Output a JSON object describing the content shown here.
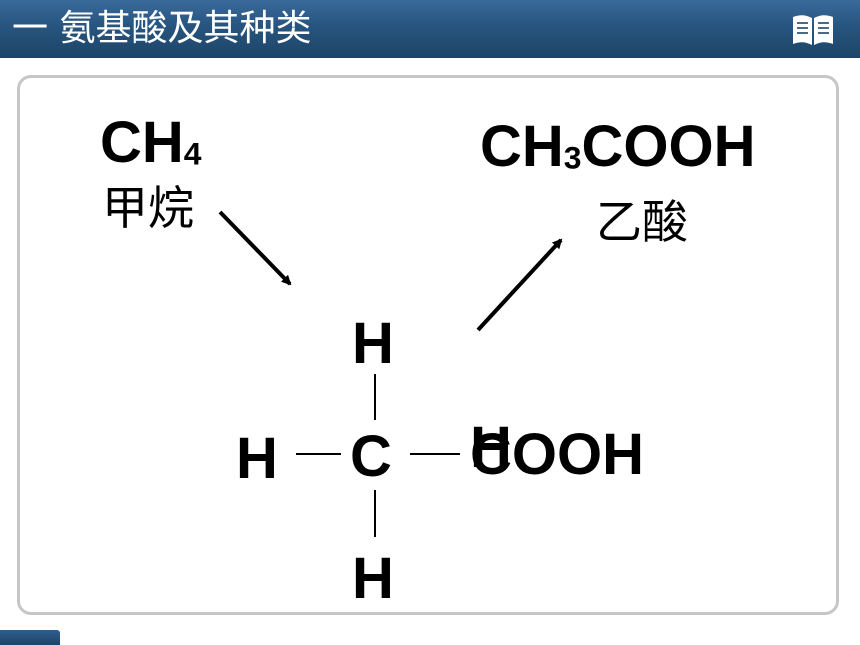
{
  "header": {
    "title": "一 氨基酸及其种类",
    "icon": "book-icon"
  },
  "diagram": {
    "methane": {
      "formula_main": "CH",
      "formula_sub": "4",
      "name": "甲烷"
    },
    "acetic_acid": {
      "formula_a": "CH",
      "formula_sub": "3",
      "formula_b": "COOH",
      "name": "乙酸"
    },
    "structure": {
      "center": "C",
      "top": "H",
      "left": "H",
      "bottom": "H",
      "right_overlap": "H",
      "right_group": "COOH"
    }
  },
  "colors": {
    "header": "#27557f",
    "panel_border": "#c6c6c6",
    "text": "#000000"
  }
}
